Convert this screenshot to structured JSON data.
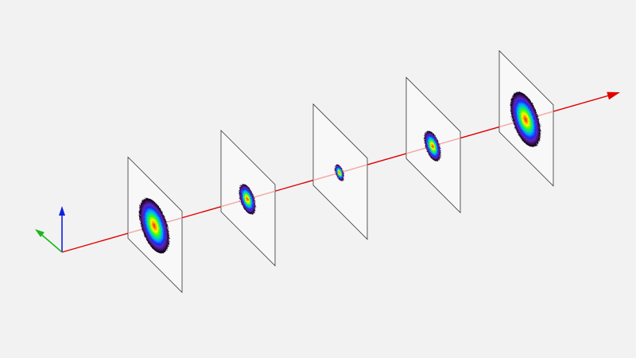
{
  "scene": {
    "background": "#f2f2f2",
    "beam_color": "#e00000",
    "beam_inside_color": "#f4a8a8",
    "plane_fill": "#f9f9f9",
    "plane_edge": "#333333",
    "axis_colors": {
      "x": "#e00000",
      "y": "#18b818",
      "z": "#1020e0"
    },
    "spot_colormap": [
      "#000000",
      "#3a0a5a",
      "#5b2ab0",
      "#2020ff",
      "#00a0ff",
      "#00e0a0",
      "#40ff00",
      "#ffff00",
      "#ff9000",
      "#ff0000"
    ],
    "planes": [
      {
        "spot_size": 1.0
      },
      {
        "spot_size": 0.55
      },
      {
        "spot_size": 0.3
      },
      {
        "spot_size": 0.55
      },
      {
        "spot_size": 1.0
      }
    ]
  }
}
